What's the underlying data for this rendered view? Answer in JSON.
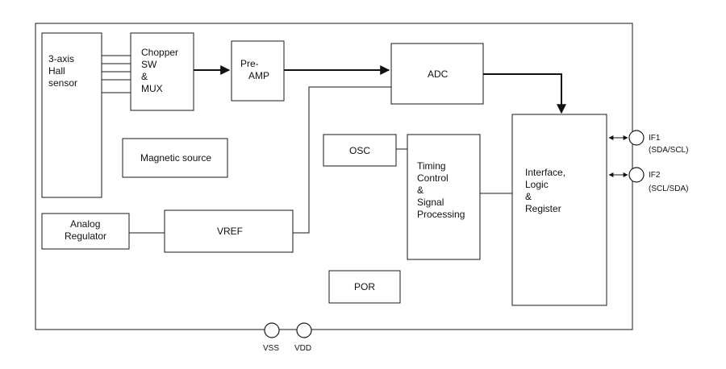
{
  "blocks": {
    "hall_sensor": [
      "3-axis",
      "Hall",
      "sensor"
    ],
    "chopper": [
      "Chopper",
      "SW",
      "&",
      "MUX"
    ],
    "preamp": [
      "Pre-",
      "AMP"
    ],
    "adc": "ADC",
    "magnetic_source": "Magnetic source",
    "osc": "OSC",
    "timing": [
      "Timing",
      "Control",
      "&",
      "Signal",
      "Processing"
    ],
    "interface": [
      "Interface,",
      "Logic",
      "&",
      "Register"
    ],
    "analog_regulator": [
      "Analog",
      "Regulator"
    ],
    "vref": "VREF",
    "por": "POR"
  },
  "pins": {
    "if1": {
      "name": "IF1",
      "sub": "(SDA/SCL)"
    },
    "if2": {
      "name": "IF2",
      "sub": "(SCL/SDA)"
    },
    "vss": "VSS",
    "vdd": "VDD"
  }
}
